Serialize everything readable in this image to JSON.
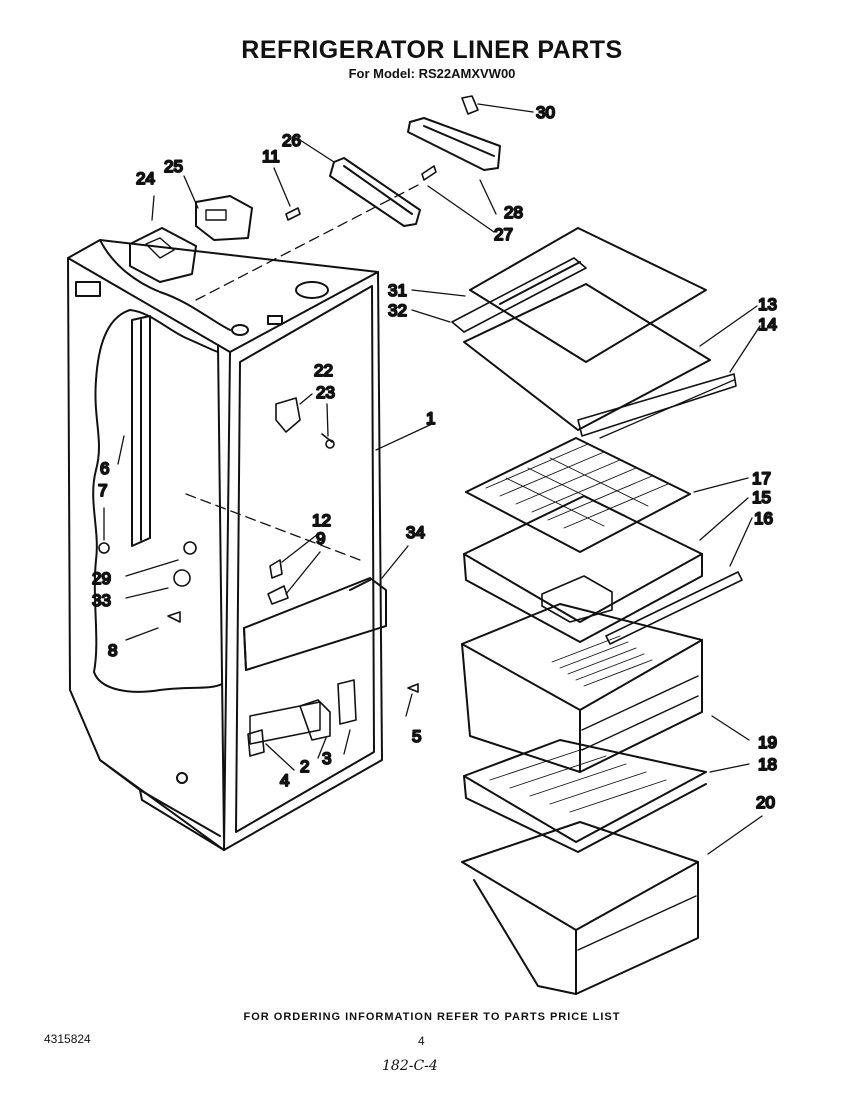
{
  "header": {
    "title": "REFRIGERATOR LINER PARTS",
    "subtitle": "For Model: RS22AMXVW00"
  },
  "callouts": {
    "c1": "1",
    "c2": "2",
    "c3": "3",
    "c4": "4",
    "c5": "5",
    "c6": "6",
    "c7": "7",
    "c8": "8",
    "c9": "9",
    "c11": "11",
    "c12": "12",
    "c13": "13",
    "c14": "14",
    "c15": "15",
    "c16": "16",
    "c17": "17",
    "c18": "18",
    "c19": "19",
    "c20": "20",
    "c22": "22",
    "c23": "23",
    "c24": "24",
    "c25": "25",
    "c26": "26",
    "c27": "27",
    "c28": "28",
    "c29": "29",
    "c30": "30",
    "c31": "31",
    "c32": "32",
    "c33": "33",
    "c34": "34"
  },
  "footer": {
    "ordering_note": "FOR ORDERING INFORMATION REFER TO PARTS PRICE LIST",
    "doc_number": "4315824",
    "page_number": "4",
    "handwritten_ref": "182-C-4"
  }
}
